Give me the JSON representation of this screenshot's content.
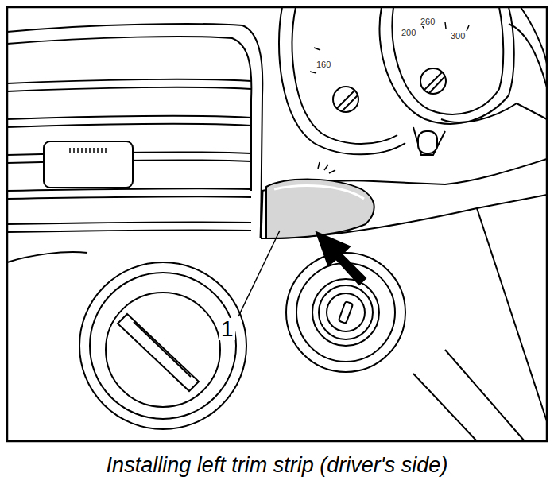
{
  "diagram": {
    "caption": "Installing left trim strip (driver's side)",
    "labels": [
      "160",
      "200",
      "260",
      "300",
      "1"
    ]
  }
}
